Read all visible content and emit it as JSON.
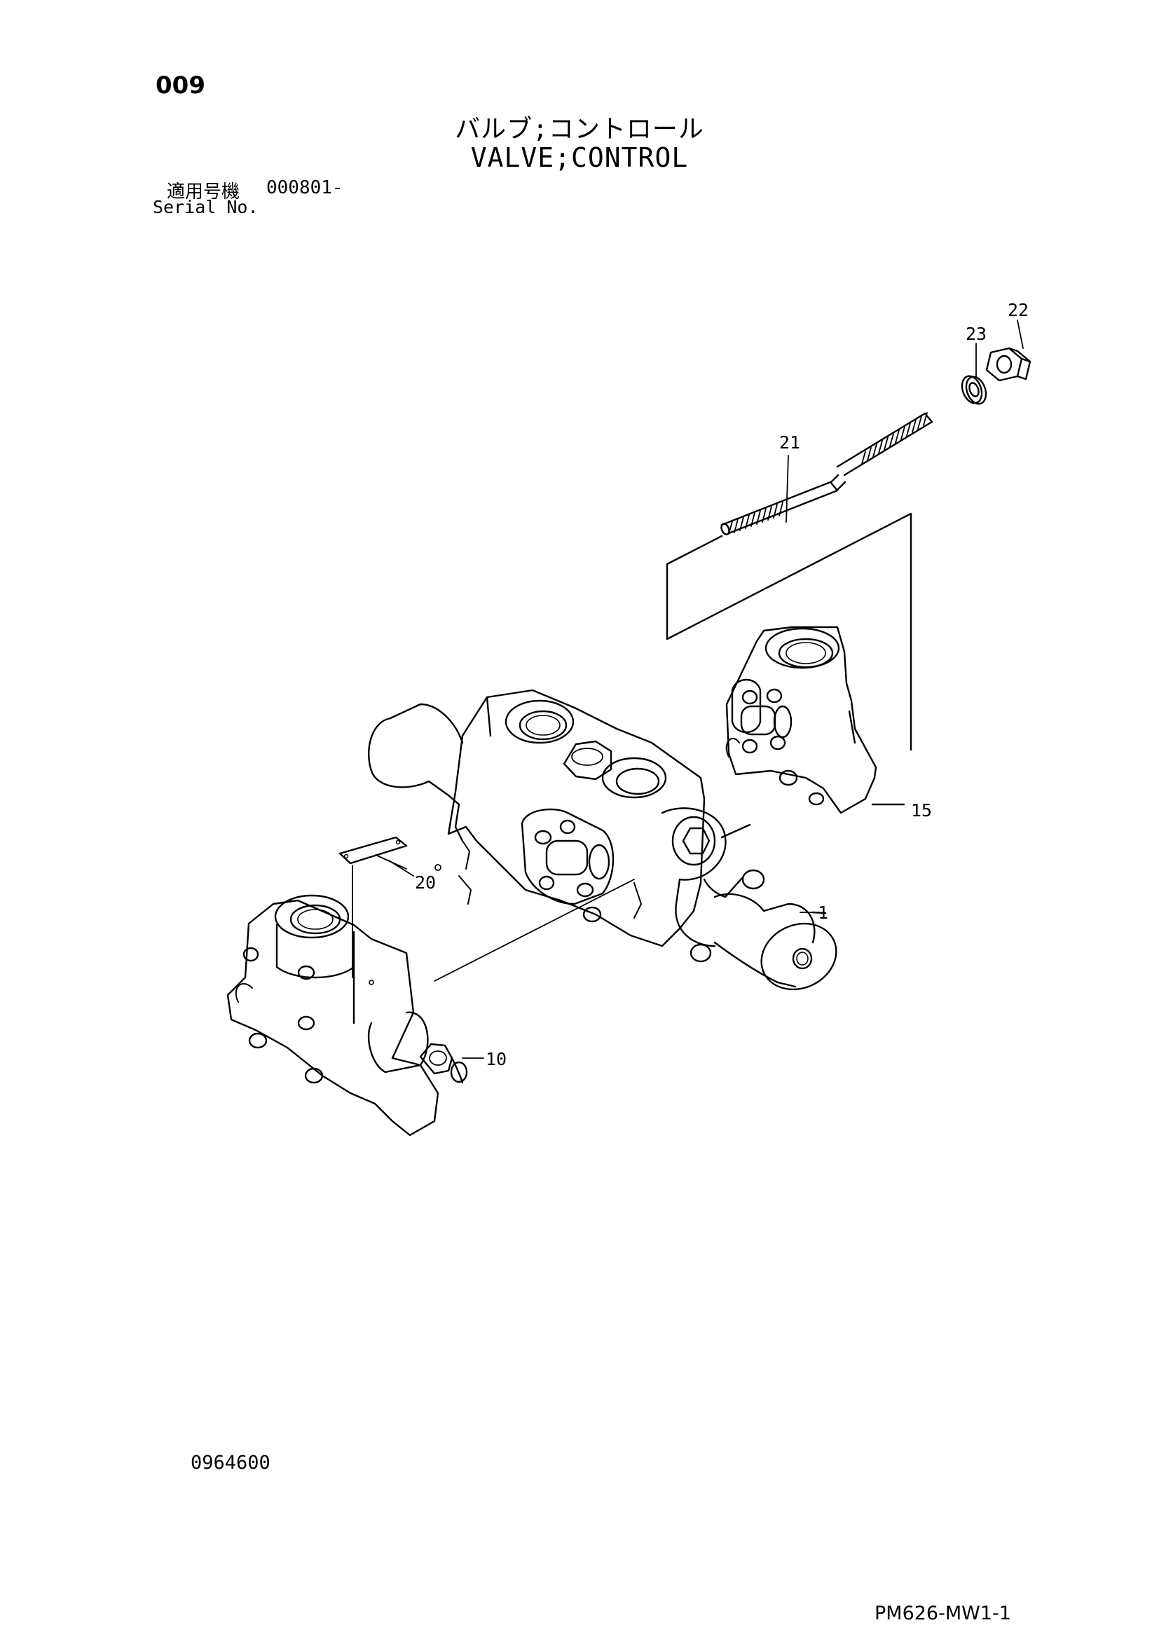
{
  "header": {
    "page_number": "009",
    "title_jp": "バルブ;コントロール",
    "title_en": "VALVE;CONTROL",
    "serial_label_jp": "適用号機",
    "serial_value": "000801-",
    "serial_label_en": "Serial No."
  },
  "callouts": [
    "22",
    "23",
    "21",
    "15",
    "20",
    "1",
    "10"
  ],
  "footer": {
    "drawing_number": "0964600",
    "page_code": "PM626-MW1-1"
  }
}
